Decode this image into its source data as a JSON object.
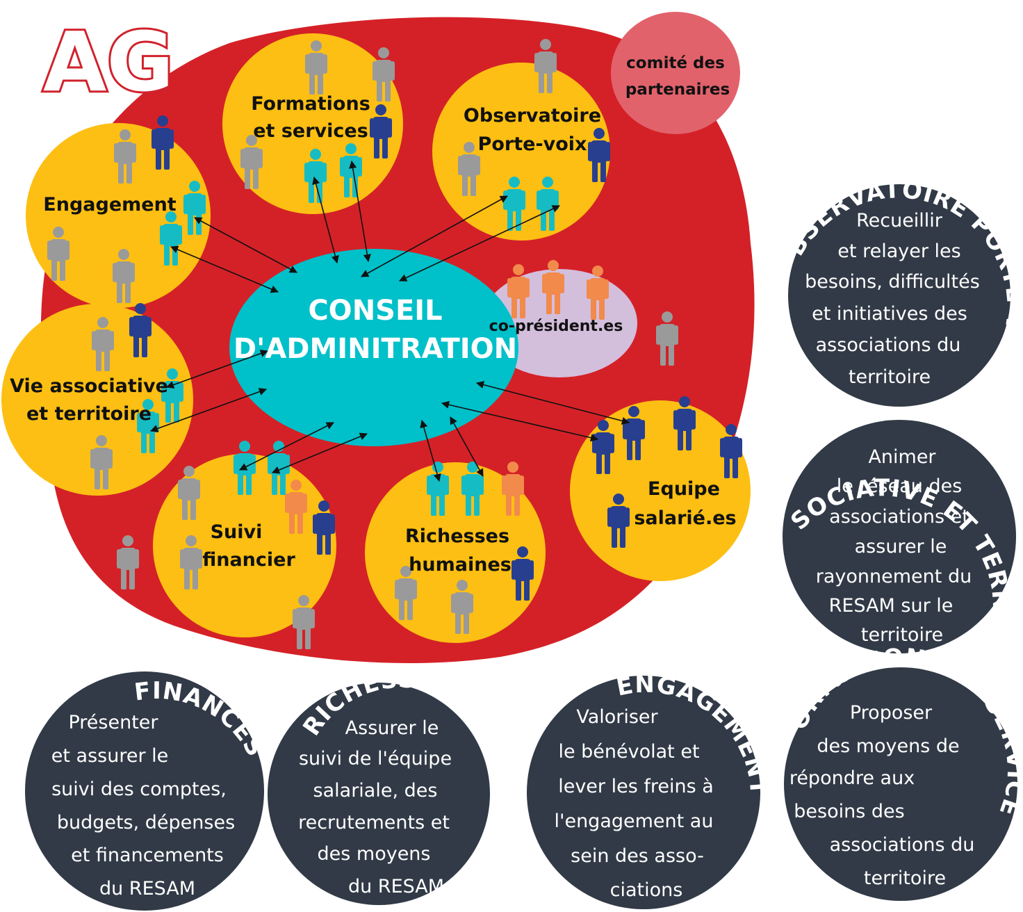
{
  "ag_logo": "AG",
  "colors": {
    "ag_red": "#d42127",
    "commission_yellow": "#fdbf13",
    "ca_cyan": "#00c0c9",
    "copres_lilac": "#d3bedc",
    "comite_pink": "#e2626c",
    "dark_circle": "#313a46",
    "person_grey": "#9a9a9a",
    "person_navy": "#283f8f",
    "person_teal": "#16bcc4",
    "person_orange": "#f28a4b"
  },
  "center": {
    "line1": "CONSEIL",
    "line2": "D'ADMINITRATION"
  },
  "copresidents": "co-président.es",
  "comite": {
    "line1": "comité des",
    "line2": "partenaires"
  },
  "commissions": {
    "formations": {
      "line1": "Formations",
      "line2": "et services"
    },
    "observatoire": {
      "line1": "Observatoire",
      "line2": "Porte-voix"
    },
    "engagement": {
      "line1": "Engagement"
    },
    "vie": {
      "line1": "Vie associative",
      "line2": "et territoire"
    },
    "suivi": {
      "line1": "Suivi",
      "line2": "financier"
    },
    "richesses": {
      "line1": "Richesses",
      "line2": "humaines"
    },
    "equipe": {
      "line1": "Equipe",
      "line2": "salarié.es"
    }
  },
  "missions": {
    "observatoire": {
      "title": "OBSERVATOIRE PORTE-VOIX",
      "lines": [
        "Recueillir",
        "et relayer les",
        "besoins, difficultés",
        "et initiatives des",
        "associations du",
        "territoire"
      ]
    },
    "vie": {
      "title": "VIE ASSOCIATIVE ET TERRITOIRE",
      "lines": [
        "Animer",
        "le réseau des",
        "associations et",
        "assurer le",
        "rayonnement du",
        "RESAM sur le",
        "territoire"
      ]
    },
    "finances": {
      "title": "FINANCES",
      "lines": [
        "Présenter",
        "et assurer le",
        "suivi des comptes,",
        "budgets, dépenses",
        "et financements",
        "du RESAM"
      ]
    },
    "richesses": {
      "title": "RICHESSES HUMAINES",
      "lines": [
        "Assurer le",
        "suivi de l'équipe",
        "salariale, des",
        "recrutements et",
        "des moyens",
        "du RESAM"
      ]
    },
    "engagement": {
      "title": "ENGAGEMENT",
      "lines": [
        "Valoriser",
        "le bénévolat et",
        "lever les freins à",
        "l'engagement au",
        "sein des asso-",
        "ciations"
      ]
    },
    "formations": {
      "title": "FORMATIONS ET SERVICES",
      "lines": [
        "Proposer",
        "des moyens de",
        "répondre aux",
        "besoins des",
        "associations du",
        "territoire"
      ]
    }
  }
}
